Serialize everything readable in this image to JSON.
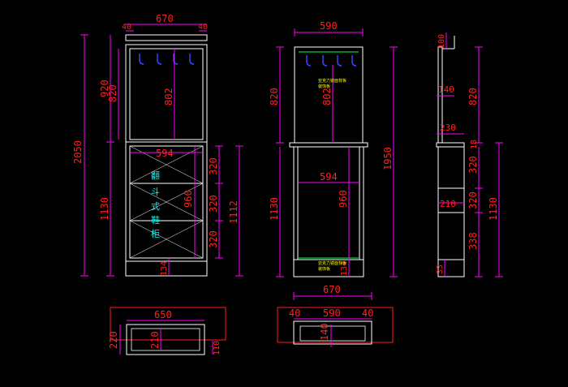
{
  "colors": {
    "background": "#000000",
    "outline": "#ffffff",
    "dimension_line": "#ff00ff",
    "dimension_text": "#ff2020",
    "hook": "#3a4dff",
    "note_text": "#ffff00",
    "cabinet_label": "#00ffff",
    "diagonal": "#c8c8c8"
  },
  "front_view": {
    "width_top": "670",
    "side_left": "40",
    "side_right": "40",
    "total_height": "2050",
    "upper_outer": "920",
    "upper_inner": "820",
    "upper_mid": "802",
    "cabinet_width": "594",
    "lower_height": "1130",
    "drawer_inner": "960",
    "drawer_1": "320",
    "drawer_2": "320",
    "drawer_3": "320",
    "drawer_total": "1112",
    "base": "134",
    "label": [
      "翻",
      "斗",
      "式",
      "鞋",
      "柜"
    ]
  },
  "side_view": {
    "width_top": "590",
    "upper": "820",
    "upper_mid": "802",
    "total_height": "1950",
    "cabinet_width": "594",
    "lower": "1130",
    "inner": "960",
    "base": "134",
    "note_top": [
      "亚克力镜面背板",
      "装饰板"
    ],
    "note_bottom": [
      "亚克力镜面背板",
      "装饰板"
    ]
  },
  "profile_view": {
    "top": "100",
    "upper": "820",
    "d_140": "140",
    "d_230": "230",
    "d_18": "18",
    "d_320a": "320",
    "d_210": "210",
    "d_320b": "320",
    "d_338": "338",
    "total": "1130",
    "base": "33"
  },
  "plan_left": {
    "width": "650",
    "depth": "220",
    "inner": "210",
    "foot": "110"
  },
  "plan_right": {
    "width": "670",
    "side_left": "40",
    "inner": "590",
    "side_right": "40",
    "depth": "140"
  }
}
